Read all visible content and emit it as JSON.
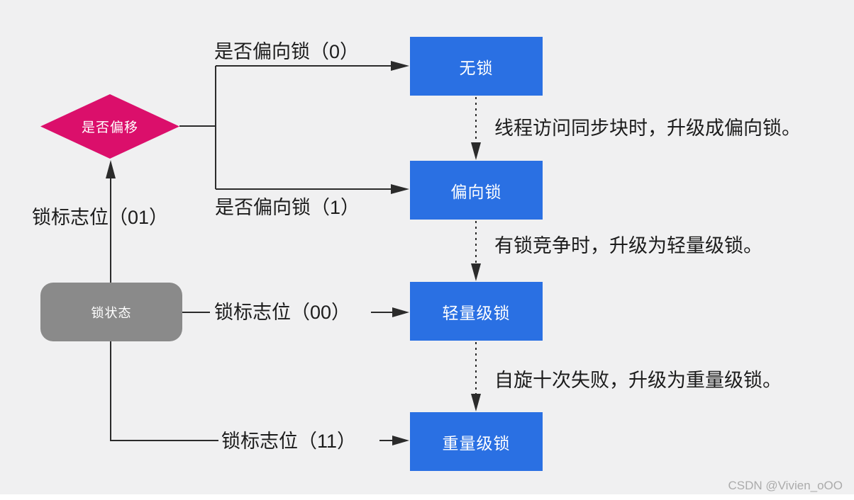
{
  "canvas": {
    "background_color": "#F0F0F1",
    "line_color": "#2B2B2B",
    "node_color": "#2A70E3",
    "decision_color": "#DB0F6B",
    "state_color": "#8A8A8A"
  },
  "diagram": {
    "decision": {
      "label": "是否偏移"
    },
    "state_node": {
      "label": "锁状态"
    },
    "lock_nodes": [
      {
        "label": "无锁"
      },
      {
        "label": "偏向锁"
      },
      {
        "label": "轻量级锁"
      },
      {
        "label": "重量级锁"
      }
    ],
    "edge_labels": {
      "bias0": "是否偏向锁（0）",
      "bias1": "是否偏向锁（1）",
      "flag01": "锁标志位（01）",
      "flag00": "锁标志位（00）",
      "flag11": "锁标志位（11）"
    },
    "transition_notes": [
      "线程访问同步块时，升级成偏向锁。",
      "有锁竞争时，升级为轻量级锁。",
      "自旋十次失败，升级为重量级锁。"
    ]
  },
  "watermark": "CSDN @Vivien_oOO"
}
